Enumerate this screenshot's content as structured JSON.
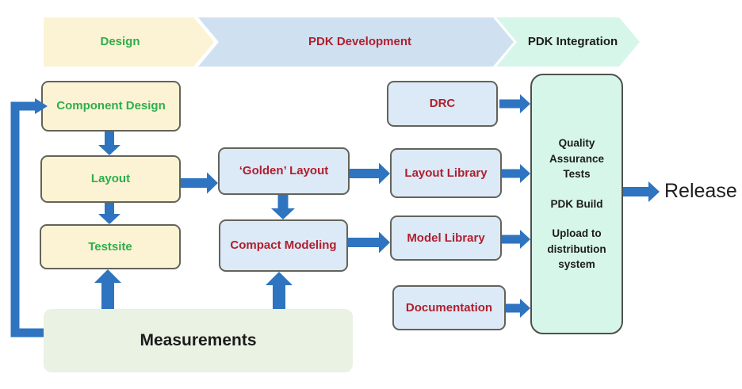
{
  "palette": {
    "arrow_blue": "#2E74C0",
    "cream_fill": "#FBF3D3",
    "blue_fill": "#DCE9F6",
    "banner_blue_fill": "#CFE0F1",
    "mint_fill": "#D7F6EA",
    "measurements_fill": "#E9F2E3",
    "green_text": "#2FAE4D",
    "red_text": "#B01F2E",
    "black_text": "#1C1C1C"
  },
  "banner": {
    "stages": [
      {
        "label": "Design"
      },
      {
        "label": "PDK Development"
      },
      {
        "label": "PDK Integration"
      }
    ]
  },
  "nodes": {
    "component_design": {
      "label": "Component Design"
    },
    "layout": {
      "label": "Layout"
    },
    "testsite": {
      "label": "Testsite"
    },
    "golden_layout": {
      "label": "‘Golden’ Layout"
    },
    "compact_modeling": {
      "label": "Compact Modeling"
    },
    "drc": {
      "label": "DRC"
    },
    "layout_library": {
      "label": "Layout Library"
    },
    "model_library": {
      "label": "Model Library"
    },
    "documentation": {
      "label": "Documentation"
    },
    "qa": {
      "lines": [
        "Quality Assurance Tests",
        "PDK Build",
        "Upload to distribution system"
      ]
    },
    "measurements": {
      "label": "Measurements"
    },
    "release": {
      "label": "Release"
    }
  }
}
